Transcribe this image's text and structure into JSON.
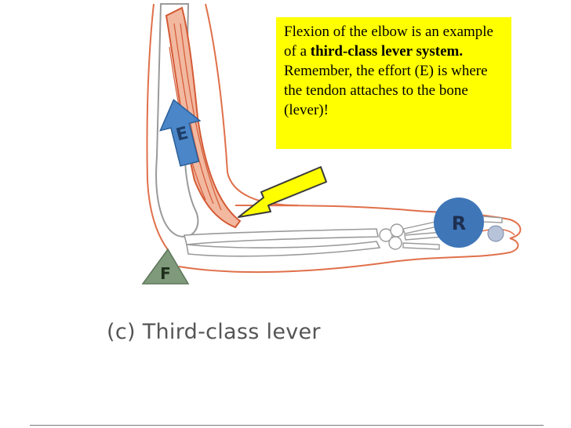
{
  "callout": {
    "text_part1": "Flexion of the elbow is an example of a ",
    "text_bold": "third-class lever system.",
    "text_part2": "  Remember, the effort (E) is where the tendon attaches to the bone (lever)!"
  },
  "labels": {
    "effort": "E",
    "resistance": "R",
    "fulcrum": "F"
  },
  "caption": "(c) Third-class lever",
  "colors": {
    "callout_bg": "#ffff00",
    "muscle": "#e0704a",
    "effort_arrow": "#4a86c8",
    "resistance": "#3f76b8",
    "fulcrum": "#7e9a7a"
  }
}
